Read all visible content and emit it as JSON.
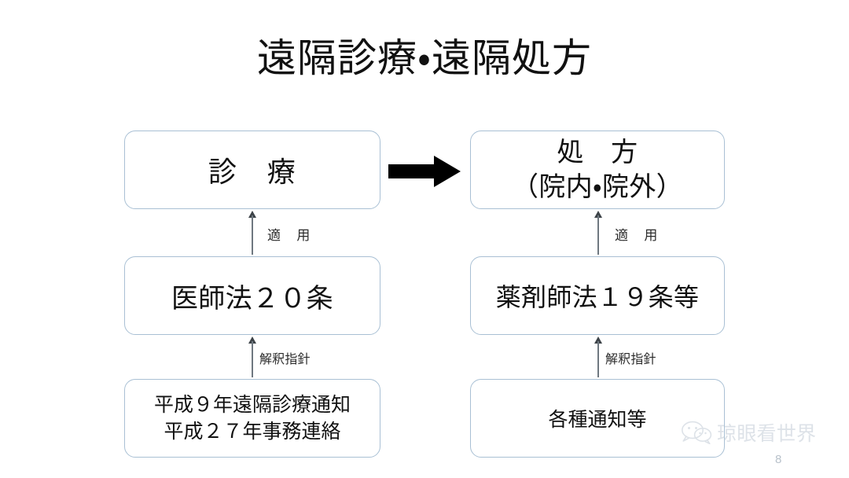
{
  "slide": {
    "title": "遠隔診療・遠隔処方",
    "page_number": "8",
    "background_color": "#ffffff",
    "box_border_color": "#a9c0d4",
    "connector_color": "#6f7880",
    "arrow_color": "#000000",
    "watermark_color": "#c3ccd6"
  },
  "diagram": {
    "columns": [
      {
        "name": "medical-consultation-column",
        "nodes": [
          {
            "id": "shinryo",
            "label": "診　療"
          },
          {
            "id": "ishihou",
            "label": "医師法２０条"
          },
          {
            "id": "tsuuchi",
            "label": "平成９年遠隔診療通知\n平成２７年事務連絡"
          }
        ],
        "connector_labels": [
          {
            "id": "tekiyou-left",
            "label": "適　用"
          },
          {
            "id": "kaishaku-left",
            "label": "解釈指針"
          }
        ]
      },
      {
        "name": "prescription-column",
        "nodes": [
          {
            "id": "shohou",
            "label": "処　方\n（院内・院外）"
          },
          {
            "id": "yakuzaishi",
            "label": "薬剤師法１９条等"
          },
          {
            "id": "kakushu",
            "label": "各種通知等"
          }
        ],
        "connector_labels": [
          {
            "id": "tekiyou-right",
            "label": "適　用"
          },
          {
            "id": "kaishaku-right",
            "label": "解釈指針"
          }
        ]
      }
    ],
    "flow_arrow": {
      "id": "consultation-to-prescription-arrow",
      "direction": "right",
      "label": ""
    }
  },
  "watermark": {
    "icon": "wechat-icon",
    "text": "琼眼看世界"
  }
}
